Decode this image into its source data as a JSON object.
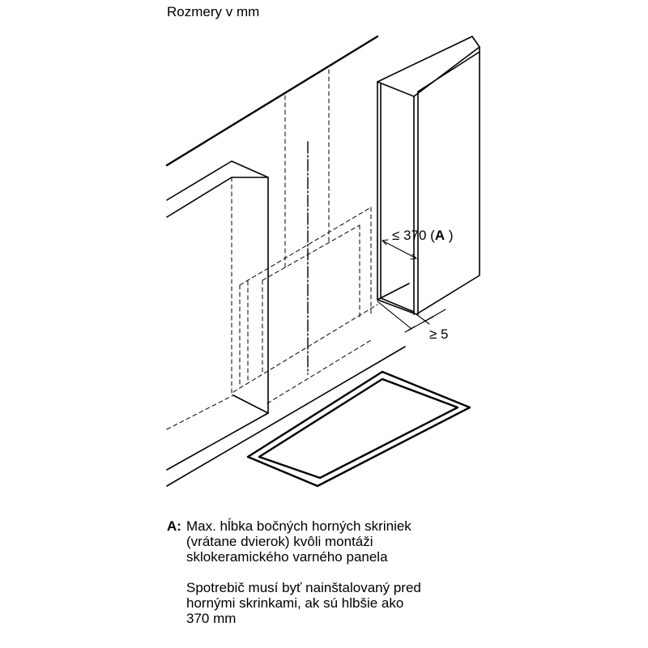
{
  "caption": "Rozmery v mm",
  "dimensions": {
    "cabinet_depth": {
      "prefix": "≤ 370 (",
      "ref": "A",
      "suffix": " )"
    },
    "gap": "≥ 5"
  },
  "legend": {
    "key": "A:",
    "paragraph_1": [
      "Max. hĺbka bočných horných skriniek",
      "(vrátane dvierok) kvôli montáži",
      "sklokeramického varného panela"
    ],
    "paragraph_2": [
      "Spotrebič musí byť nainštalovaný pred",
      "hornými skrinkami, ak sú hlbšie ako",
      "370 mm"
    ]
  },
  "colors": {
    "line": "#000000",
    "background": "#ffffff"
  }
}
